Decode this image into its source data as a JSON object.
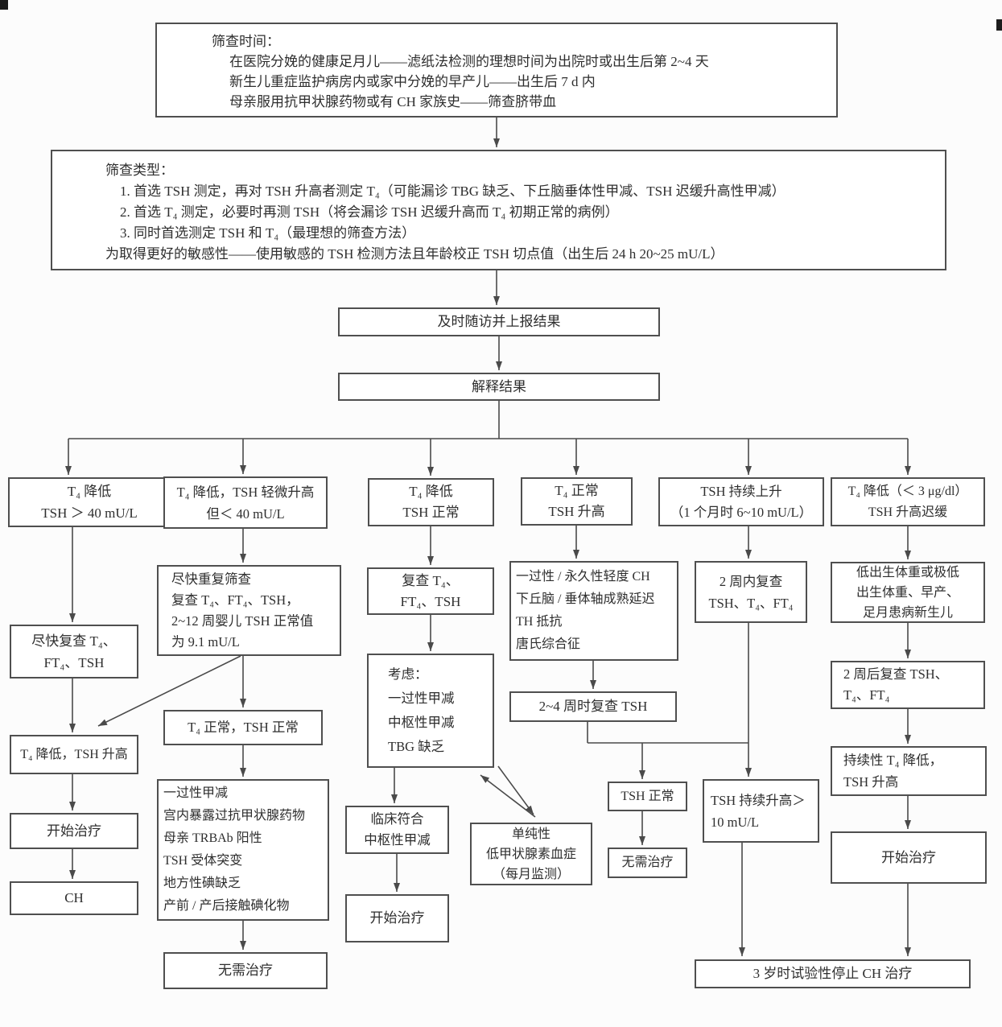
{
  "style": {
    "line_color": "#4a4a4a",
    "border_color": "#4f4f4f",
    "text_color": "#2e2e2e",
    "background": "#fcfcfc"
  },
  "boxes": {
    "screening_time": [
      "筛查时间：",
      "在医院分娩的健康足月儿——滤纸法检测的理想时间为出院时或出生后第 2~4 天",
      "新生儿重症监护病房内或家中分娩的早产儿——出生后 7 d 内",
      "母亲服用抗甲状腺药物或有 CH 家族史——筛查脐带血"
    ],
    "screening_type": [
      "筛查类型：",
      "1. 首选 TSH 测定，再对 TSH 升高者测定 T₄（可能漏诊 TBG 缺乏、下丘脑垂体性甲减、TSH 迟缓升高性甲减）",
      "2. 首选 T₄ 测定，必要时再测 TSH（将会漏诊 TSH 迟缓升高而 T₄ 初期正常的病例）",
      "3. 同时首选测定 TSH 和 T₄（最理想的筛查方法）",
      "为取得更好的敏感性——使用敏感的 TSH 检测方法且年龄校正 TSH 切点值（出生后 24 h 20~25 mU/L）"
    ],
    "followup": [
      "及时随访并上报结果"
    ],
    "interpret": [
      "解释结果"
    ],
    "b1_header": [
      "T₄ 降低",
      "TSH ＞ 40 mU/L"
    ],
    "b1_recheck": [
      "尽快复查 T₄、",
      "FT₄、TSH"
    ],
    "b1_low_high": [
      "T₄ 降低，TSH 升高"
    ],
    "b1_treat": [
      "开始治疗"
    ],
    "b1_ch": [
      "CH"
    ],
    "b2_header": [
      "T₄ 降低，TSH 轻微升高",
      "但＜ 40 mU/L"
    ],
    "b2_rescreen": [
      "尽快重复筛查",
      "复查 T₄、FT₄、TSH，",
      "2~12 周婴儿 TSH 正常值",
      "为 9.1 mU/L"
    ],
    "b2_normal": [
      "T₄ 正常，TSH 正常"
    ],
    "b2_causes": [
      "一过性甲减",
      "宫内暴露过抗甲状腺药物",
      "母亲 TRBAb 阳性",
      "TSH 受体突变",
      "地方性碘缺乏",
      "产前 / 产后接触碘化物"
    ],
    "b2_no_treat": [
      "无需治疗"
    ],
    "b3_header": [
      "T₄ 降低",
      "TSH 正常"
    ],
    "b3_recheck": [
      "复查 T₄、",
      "FT₄、TSH"
    ],
    "b3_consider": [
      "考虑：",
      "一过性甲减",
      "中枢性甲减",
      "TBG 缺乏"
    ],
    "b3_clinical": [
      "临床符合",
      "中枢性甲减"
    ],
    "b3_treat": [
      "开始治疗"
    ],
    "b3_isolated": [
      "单纯性",
      "低甲状腺素血症",
      "（每月监测）"
    ],
    "b4_header": [
      "T₄ 正常",
      "TSH 升高"
    ],
    "b4_causes": [
      "一过性 / 永久性轻度 CH",
      "下丘脑 / 垂体轴成熟延迟",
      "TH 抵抗",
      "唐氏综合征"
    ],
    "b4_recheck": [
      "2~4 周时复查 TSH"
    ],
    "b5_header": [
      "TSH 持续上升",
      "（1 个月时 6~10 mU/L）"
    ],
    "b5_recheck": [
      "2 周内复查",
      "TSH、T₄、FT₄"
    ],
    "b5_tsh_normal": [
      "TSH 正常"
    ],
    "b5_no_treat": [
      "无需治疗"
    ],
    "b5_tsh_high": [
      "TSH 持续升高＞",
      "10 mU/L"
    ],
    "b6_header": [
      "T₄ 降低（＜ 3 μg/dl）",
      "TSH 升高迟缓"
    ],
    "b6_lbw": [
      "低出生体重或极低",
      "出生体重、早产、",
      "足月患病新生儿"
    ],
    "b6_recheck": [
      "2 周后复查 TSH、",
      "T₄、FT₄"
    ],
    "b6_persistent": [
      "持续性 T₄ 降低，",
      "TSH 升高"
    ],
    "b6_treat": [
      "开始治疗"
    ],
    "stop_treatment": [
      "3 岁时试验性停止 CH 治疗"
    ]
  }
}
